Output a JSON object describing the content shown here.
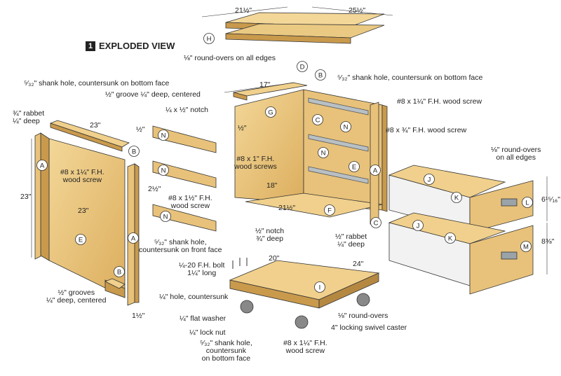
{
  "title": {
    "number": "1",
    "text": "EXPLODED VIEW"
  },
  "labels": {
    "top_width": "21½\"",
    "top_depth": "25½\"",
    "top_roundovers": "⅛\" round-overs on all edges",
    "shank_hole_left": "⁵⁄₃₂\" shank hole, countersunk on bottom face",
    "groove_centered": "½\" groove ¼\" deep, centered",
    "notch": "¼ x ½\" notch",
    "back_width": "17\"",
    "shank_hole_right": "⁵⁄₃₂\" shank hole, countersunk on bottom face",
    "screw_114_a": "#8 x 1¼\" F.H. wood screw",
    "screw_34": "#8 x ¾\" F.H. wood screw",
    "rabbet_34": "¾\" rabbet\n¼\" deep",
    "rail_23": "23\"",
    "half_in": "½\"",
    "half_in_2": "½\"",
    "side_screw": "#8 x 1¼\" F.H.\nwood screw",
    "side_height": "23\"",
    "side_width": "23\"",
    "screw_1_fh": "#8 x 1\" F.H.\nwood screws",
    "bottom_18": "18\"",
    "cleat_212": "2½\"",
    "screw_112": "#8 x 1½\" F.H.\nwood screw",
    "bottom_2112": "21½\"",
    "drawer_roundovers": "⅛\" round-overs\non all edges",
    "drawer_h1": "6¹⁵⁄₁₆\"",
    "drawer_h2": "8⅜\"",
    "notch_34": "½\" notch\n¾\" deep",
    "rabbet_14": "½\" rabbet\n¼\" deep",
    "shank_front": "⁵⁄₃₂\" shank hole,\ncountersunk on front face",
    "bolt": "¼-20 F.H. bolt\n1¼\" long",
    "base_20": "20\"",
    "base_24": "24\"",
    "hole_countersunk": "¼\" hole, countersunk",
    "grooves_bottom": "½\" grooves\n¼\" deep, centered",
    "leg_112": "1½\"",
    "washer": "¼\" flat washer",
    "locknut": "¼\" lock nut",
    "roundovers_base": "⅛\" round-overs",
    "caster": "4\" locking swivel caster",
    "shank_bottom": "⁵⁄₃₂\" shank hole,\ncountersunk\non bottom face",
    "screw_114_base": "#8 x 1¼\" F.H.\nwood screw"
  },
  "part_letters": {
    "H": "H",
    "D": "D",
    "B": "B",
    "G": "G",
    "C": "C",
    "N": "N",
    "A": "A",
    "E": "E",
    "F": "F",
    "J": "J",
    "K": "K",
    "L": "L",
    "M": "M",
    "I": "I"
  },
  "colors": {
    "wood": "#e8c27a",
    "wood_dark": "#c99a4c",
    "wood_light": "#f3d798",
    "metal": "#9aa3a8",
    "ink": "#222222"
  }
}
